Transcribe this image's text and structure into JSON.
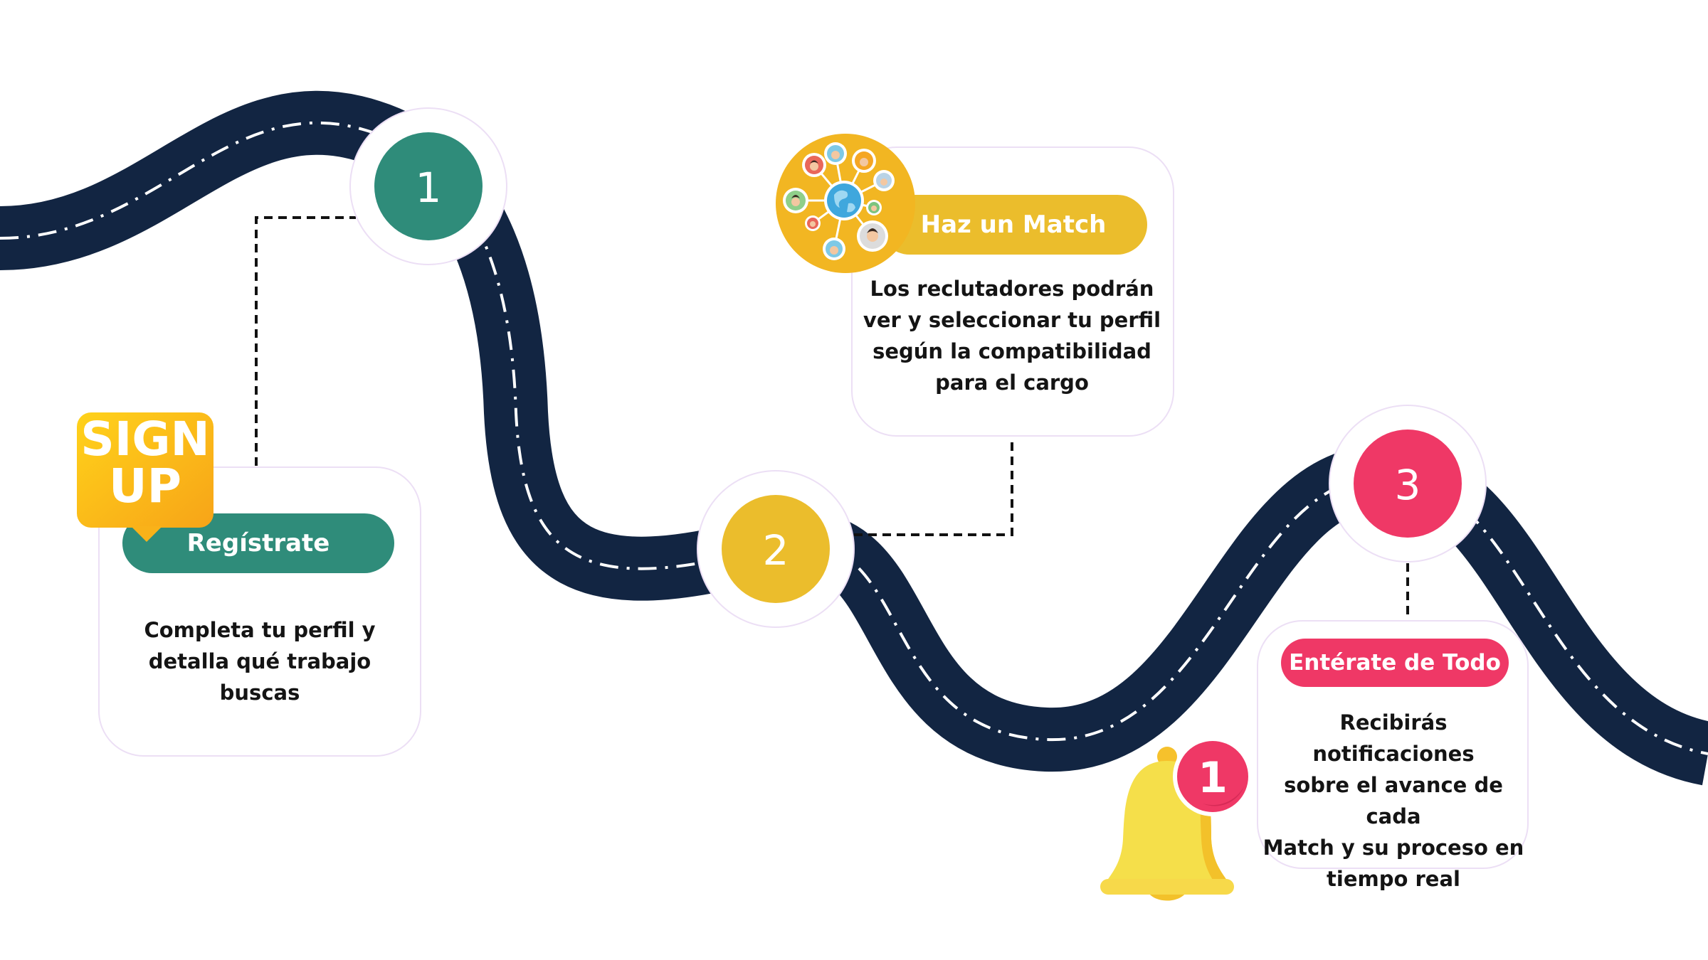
{
  "colors": {
    "road": "#122542",
    "step1": "#2f8c7a",
    "step2": "#ebbd2c",
    "step3": "#ef3866",
    "connector": "#111111"
  },
  "steps": [
    {
      "number": "1",
      "title": "Regístrate",
      "description": [
        "Completa tu perfil y",
        "detalla qué trabajo",
        "buscas"
      ],
      "icon": "sign-up-badge-icon"
    },
    {
      "number": "2",
      "title": "Haz un Match",
      "description": [
        "Los reclutadores podrán",
        "ver y seleccionar tu perfil",
        "según la compatibilidad",
        "para el cargo"
      ],
      "icon": "network-people-globe-icon"
    },
    {
      "number": "3",
      "title": "Entérate de Todo",
      "description": [
        "Recibirás notificaciones",
        "sobre el avance de cada",
        "Match y su proceso en",
        "tiempo real"
      ],
      "icon": "notification-bell-icon"
    }
  ],
  "signup_badge": {
    "line1": "SIGN",
    "line2": "UP"
  },
  "bell_badge": "1"
}
